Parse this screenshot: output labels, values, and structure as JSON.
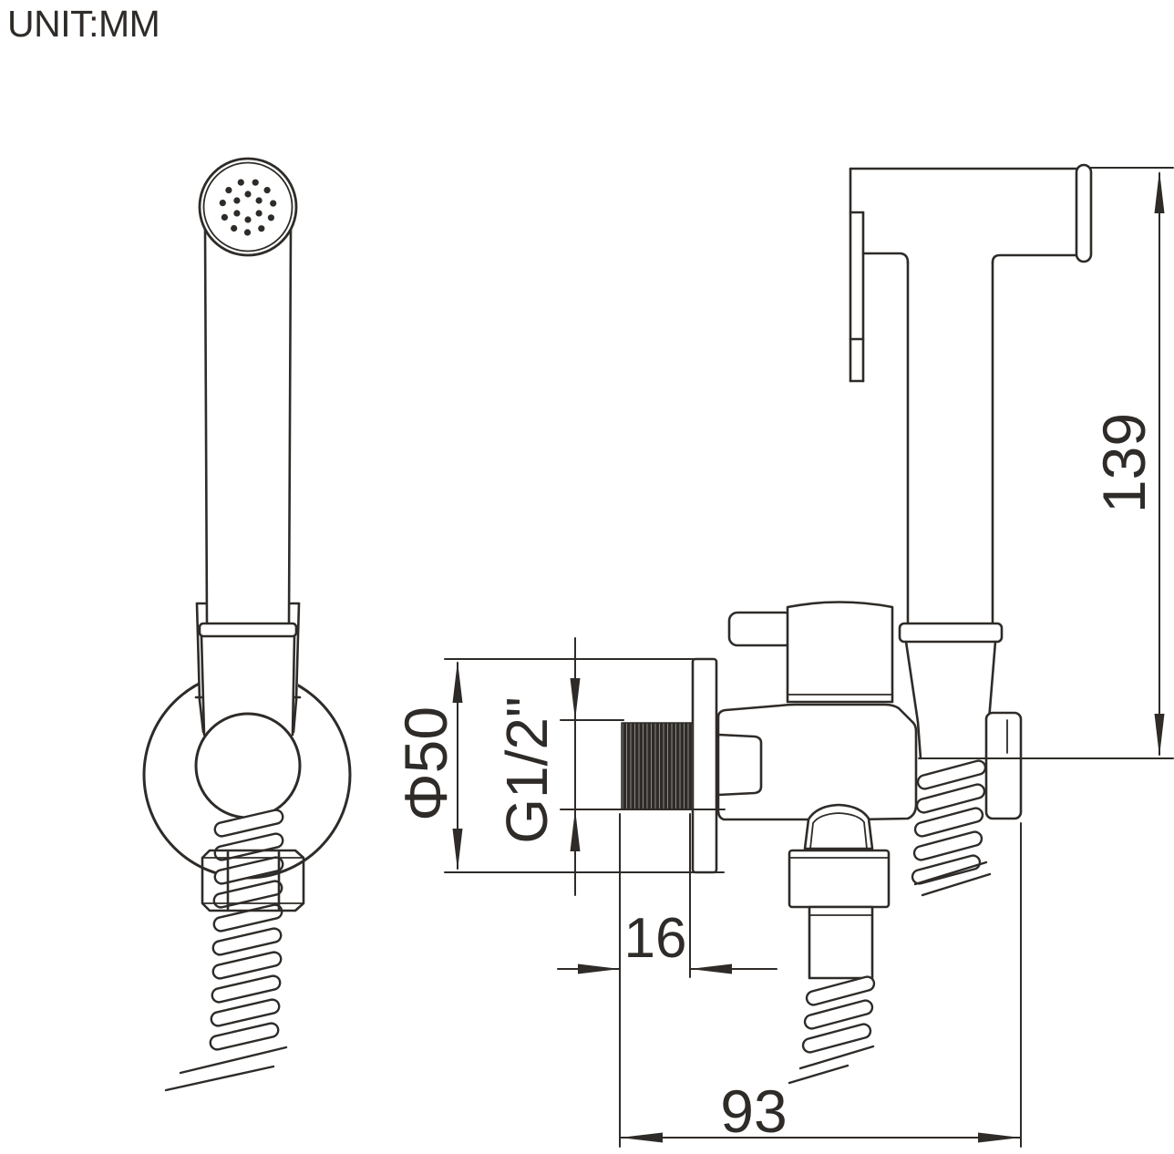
{
  "header": {
    "unit_label": "UNIT:MM"
  },
  "dimensions": {
    "sprayer_height": "139",
    "flange_diameter": "Φ50",
    "thread_size": "G1/2\"",
    "thread_length": "16",
    "body_depth": "93"
  },
  "style": {
    "line_color": "#2e2b28",
    "background": "#ffffff"
  }
}
